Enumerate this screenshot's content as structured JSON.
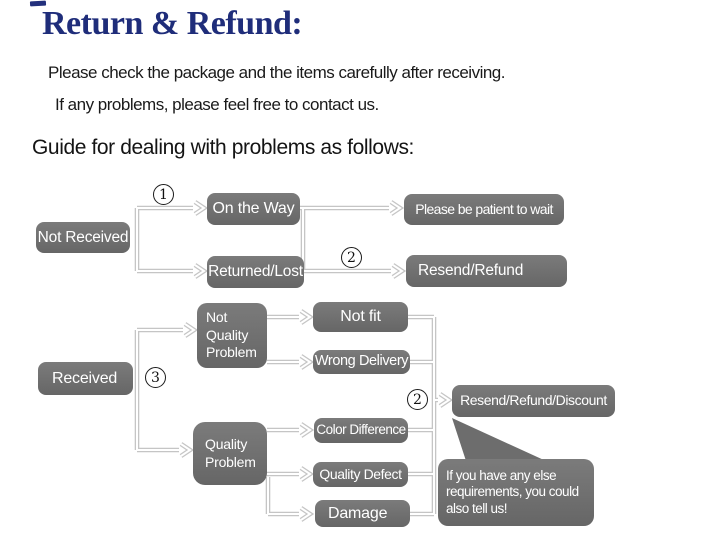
{
  "header": {
    "title": "Return & Refund:",
    "line1": "Please check the package and the items carefully after receiving.",
    "line2": "If any problems, please feel free to contact us.",
    "guide": "Guide for dealing with problems as follows:"
  },
  "colors": {
    "title_navy": "#1f2d7a",
    "box_gray": "#6f6f6f",
    "connector_gray": "#c5c5c5",
    "box_text": "#ffffff",
    "body_text": "#1a1a1a"
  },
  "flow": {
    "markers": {
      "m1": "1",
      "m2a": "2",
      "m3": "3",
      "m2b": "2"
    },
    "nodes": {
      "not_received": "Not Received",
      "on_the_way": "On the Way",
      "returned_lost": "Returned/Lost",
      "please_wait": "Please be patient to wait",
      "resend_refund": "Resend/Refund",
      "received": "Received",
      "not_quality_problem": "Not\nQuality\nProblem",
      "quality_problem": "Quality\nProblem",
      "not_fit": "Not fit",
      "wrong_delivery": "Wrong Delivery",
      "color_difference": "Color Difference",
      "quality_defect": "Quality Defect",
      "damage": "Damage",
      "resend_refund_discount": "Resend/Refund/Discount",
      "bubble": "If you have any else\nrequirements, you could\nalso tell us!"
    },
    "edges": [
      [
        "Not Received",
        "On the Way"
      ],
      [
        "Not Received",
        "Returned/Lost"
      ],
      [
        "On the Way",
        "Please be patient to wait"
      ],
      [
        "Returned/Lost",
        "Resend/Refund"
      ],
      [
        "Received",
        "Not Quality Problem"
      ],
      [
        "Received",
        "Quality Problem"
      ],
      [
        "Not Quality Problem",
        "Not fit"
      ],
      [
        "Not Quality Problem",
        "Wrong Delivery"
      ],
      [
        "Quality Problem",
        "Color Difference"
      ],
      [
        "Quality Problem",
        "Quality Defect"
      ],
      [
        "Quality Problem",
        "Damage"
      ],
      [
        "Not fit",
        "Resend/Refund/Discount"
      ],
      [
        "Wrong Delivery",
        "Resend/Refund/Discount"
      ],
      [
        "Color Difference",
        "Resend/Refund/Discount"
      ],
      [
        "Quality Defect",
        "Resend/Refund/Discount"
      ],
      [
        "Damage",
        "Resend/Refund/Discount"
      ]
    ]
  }
}
